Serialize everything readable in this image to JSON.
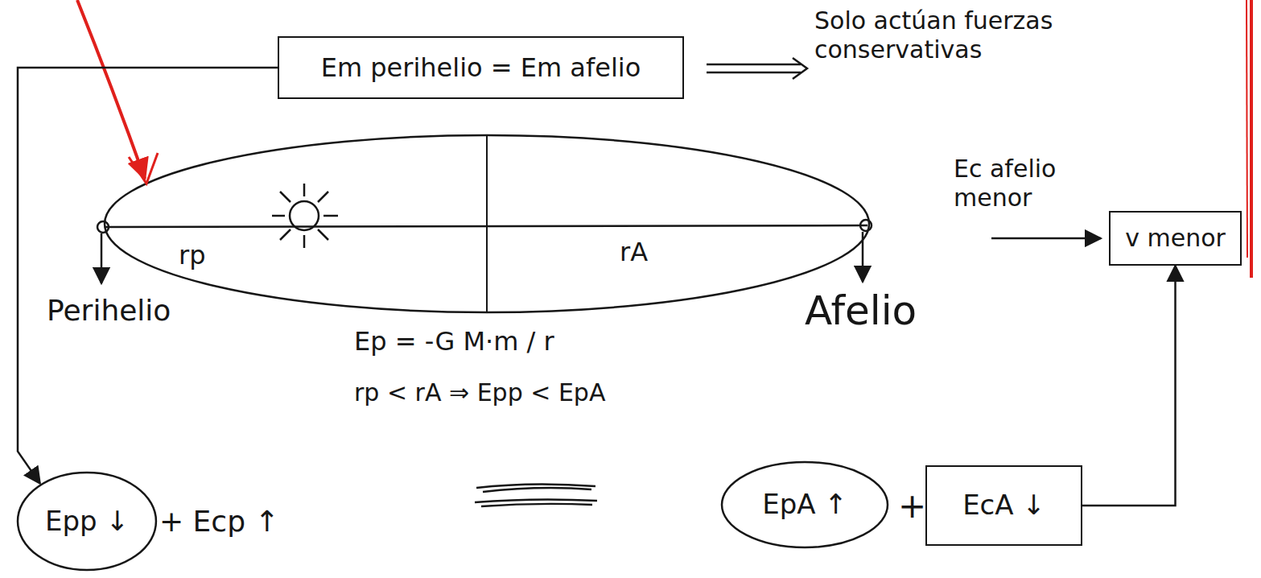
{
  "diagram": {
    "nodes": [
      {
        "text": [
          "Em perihelio = Em afelio"
        ]
      },
      {
        "text": [
          "v menor"
        ]
      },
      {
        "text": [
          "Epp ↓"
        ]
      },
      {
        "text": [
          "EpA ↑"
        ]
      },
      {
        "text": [
          "EcA ↓"
        ]
      }
    ],
    "edges": [
      {
        "from": 0,
        "to": 2,
        "arrow": "to"
      },
      {
        "from": 4,
        "to": 1,
        "arrow": "to"
      }
    ],
    "labels": [
      "Solo actúan fuerzas conservativas",
      "rp",
      "rA",
      "Perihelio",
      "Ep = -G M·m / r",
      "rp < rA ⇒ Epp < EpA",
      "Afelio",
      "Ec afelio menor",
      "+ Ecp ↑",
      "+"
    ]
  }
}
